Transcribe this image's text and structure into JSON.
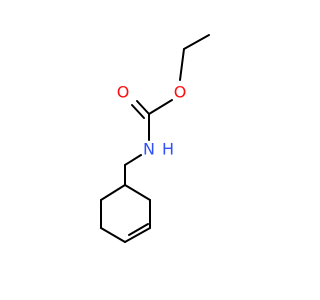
{
  "molecule": {
    "atoms": {
      "carbonyl_o": {
        "label": "O",
        "color": "#ff0d0d"
      },
      "ether_o": {
        "label": "O",
        "color": "#ff0d0d"
      },
      "amine_n": {
        "label": "N",
        "color": "#3050f8"
      },
      "amine_h": {
        "label": "H",
        "color": "#3050f8"
      }
    },
    "bond_color": "#000000"
  }
}
